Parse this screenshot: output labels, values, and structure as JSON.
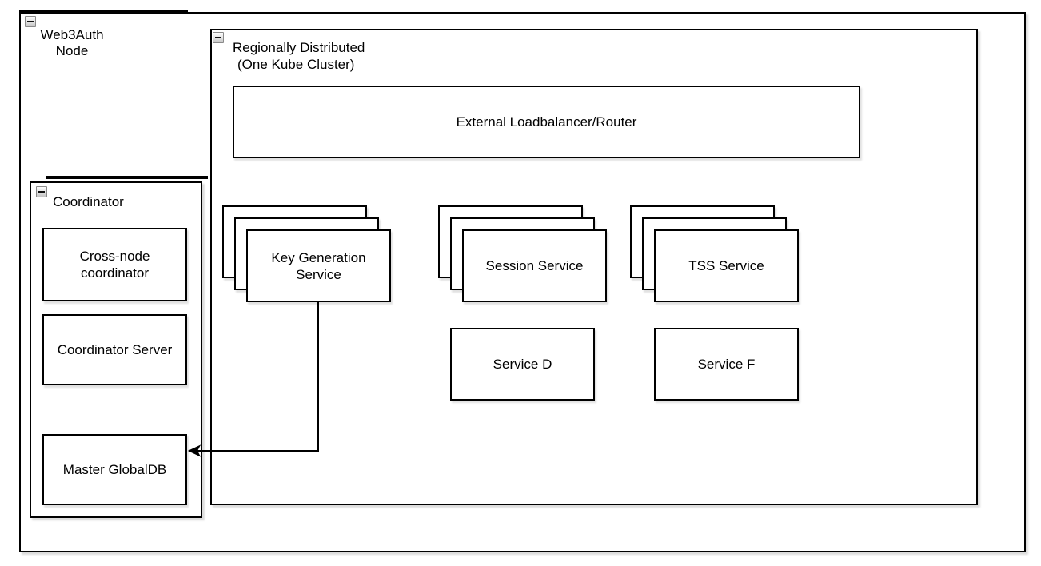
{
  "canvas": {
    "background": "#ffffff",
    "stroke_color": "#000000",
    "fill_color": "#ffffff"
  },
  "web3auth_node": {
    "label_line1": "Web3Auth",
    "label_line2": "Node",
    "collapse_icon": "minus"
  },
  "region": {
    "label_line1": "Regionally Distributed",
    "label_line2": "(One Kube Cluster)",
    "collapse_icon": "minus"
  },
  "loadbalancer": {
    "label": "External Loadbalancer/Router"
  },
  "stacks": {
    "key_generation": {
      "line1": "Key Generation",
      "line2": "Service",
      "replicas_shown": 3
    },
    "session": {
      "label": "Session Service",
      "replicas_shown": 3
    },
    "tss": {
      "label": "TSS Service",
      "replicas_shown": 3
    }
  },
  "services": {
    "d": {
      "label": "Service D"
    },
    "f": {
      "label": "Service F"
    }
  },
  "coordinator": {
    "label": "Coordinator",
    "collapse_icon": "minus",
    "cross_node": {
      "line1": "Cross-node",
      "line2": "coordinator"
    },
    "server": {
      "label": "Coordinator Server"
    },
    "master_db": {
      "label": "Master GlobalDB"
    }
  },
  "connections": [
    {
      "from": "key-generation-service",
      "to": "master-globaldb",
      "arrowhead": "left"
    }
  ]
}
